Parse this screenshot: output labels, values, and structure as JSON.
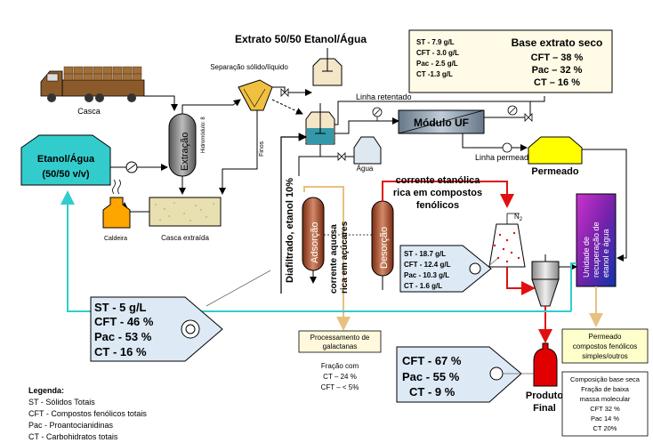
{
  "title": "Extrato 50/50 Etanol/Água",
  "labels": {
    "casca": "Casca",
    "separacao": "Separação sólido/líquido",
    "extracao": "Extração",
    "hidromodulo": "Hidromódulo: 8",
    "finos": "Finos",
    "etanol_agua_line1": "Etanol/Água",
    "etanol_agua_line2": "(50/50 v/v)",
    "caldeira": "Caldeira",
    "casca_extraida": "Casca extraída",
    "linha_retentado": "Linha retentado",
    "linha_permeado": "Linha permeado",
    "modulo_uf": "Módulo UF",
    "agua": "Água",
    "permeado": "Permeado",
    "diafiltrado": "Diafiltrado, etanol 10%",
    "adsorcao": "Adsorção",
    "dessorcao": "Desorção",
    "corrente_aquosa_line1": "corrente aquosa",
    "corrente_aquosa_line2": "rica em açúcares",
    "corrente_etanolica_line1": "corrente etanólica",
    "corrente_etanolica_line2": "rica em compostos",
    "corrente_etanolica_line3": "fenólicos",
    "n2": "N",
    "n2_sub": "2",
    "unidade_line1": "Unidade de",
    "unidade_line2": "recuperação de",
    "unidade_line3": "etanol e água",
    "produto_line1": "Produto",
    "produto_line2": "Final"
  },
  "extrato_box": {
    "values": [
      "ST  - 7.9 g/L",
      "CFT - 3.0 g/L",
      "Pac - 2.5 g/L",
      "CT -1.3 g/L"
    ],
    "base_title": "Base extrato seco",
    "base_values": [
      "CFT – 38 %",
      "Pac – 32 %",
      "CT – 16 %"
    ]
  },
  "tag_left": {
    "values": [
      "ST - 5 g/L",
      "CFT - 46 %",
      "Pac - 53 %",
      "CT - 16 %"
    ]
  },
  "tag_mid": {
    "values": [
      "ST - 18.7 g/L",
      "CFT - 12.4 g/L",
      "Pac - 10.3 g/L",
      "CT   - 1.6 g/L"
    ]
  },
  "tag_final": {
    "values": [
      "CFT - 67 %",
      "Pac - 55 %",
      "CT - 9 %"
    ]
  },
  "processamento": {
    "line1": "Processamento de",
    "line2": "galactanas",
    "fracao_line1": "Fração com",
    "fracao_line2": "CT – 24 %",
    "fracao_line3": "CFT – < 5%"
  },
  "permeado_box": {
    "line1": "Permeado",
    "line2": "compostos fenólicos",
    "line3": "simples/outros"
  },
  "composicao_box": {
    "line1": "Composição base seca",
    "line2": "Fração de baixa",
    "line3": "massa molecular",
    "line4": "CFT 32 %",
    "line5": "Pac 14 %",
    "line6": "CT 20%"
  },
  "legenda": {
    "title": "Legenda:",
    "items": [
      "ST - Sólidos Totais",
      "CFT - Compostos fenólicos totais",
      "Pac - Proantocianidinas",
      "CT - Carbohidratos totais"
    ]
  },
  "colors": {
    "cyan_line": "#33cccc",
    "red_line": "#e01010",
    "tan_line": "#e8c080",
    "etanol_tank": "#33cccc",
    "permeado_tank": "#ffff00",
    "caldeira": "#ffa500",
    "produto": "#e00000",
    "uf_module": "#8899aa",
    "reactor_liquid": "#3399aa"
  }
}
